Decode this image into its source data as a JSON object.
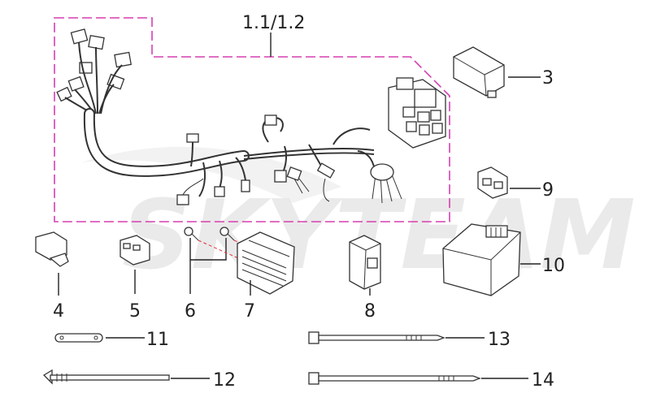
{
  "diagram": {
    "watermark": "SKYTEAM",
    "group_label": "1.1/1.2",
    "callouts": [
      {
        "id": "p3",
        "label": "3"
      },
      {
        "id": "p4",
        "label": "4"
      },
      {
        "id": "p5",
        "label": "5"
      },
      {
        "id": "p6",
        "label": "6"
      },
      {
        "id": "p7",
        "label": "7"
      },
      {
        "id": "p8",
        "label": "8"
      },
      {
        "id": "p9",
        "label": "9"
      },
      {
        "id": "p10",
        "label": "10"
      },
      {
        "id": "p11",
        "label": "11"
      },
      {
        "id": "p12",
        "label": "12"
      },
      {
        "id": "p13",
        "label": "13"
      },
      {
        "id": "p14",
        "label": "14"
      }
    ],
    "colors": {
      "dashed_outline": "#d53fb0",
      "red_guide": "#e0303a",
      "line": "#222222",
      "watermark": "#d9d9d9"
    }
  }
}
